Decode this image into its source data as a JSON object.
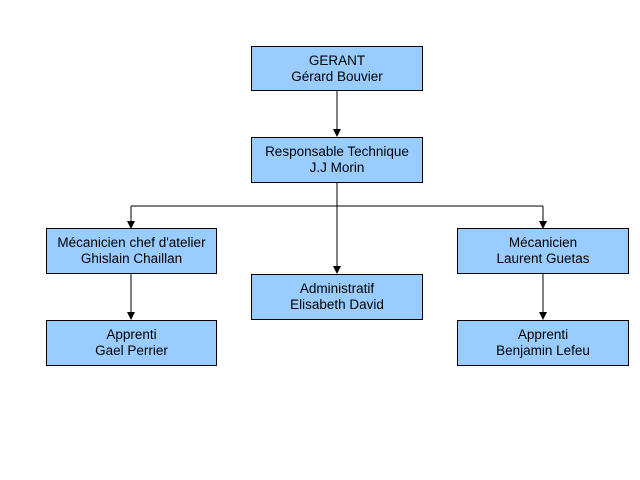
{
  "colors": {
    "box_fill": "#99ccff",
    "box_border": "#000000",
    "line": "#000000",
    "background": "#ffffff"
  },
  "nodes": {
    "gerant": {
      "role": "GERANT",
      "name": "Gérard Bouvier"
    },
    "responsable": {
      "role": "Responsable Technique",
      "name": "J.J Morin"
    },
    "chef_atelier": {
      "role": "Mécanicien chef d'atelier",
      "name": "Ghislain Chaillan"
    },
    "administratif": {
      "role": "Administratif",
      "name": "Elisabeth David"
    },
    "mecanicien": {
      "role": "Mécanicien",
      "name": "Laurent Guetas"
    },
    "apprenti_1": {
      "role": "Apprenti",
      "name": "Gael Perrier"
    },
    "apprenti_2": {
      "role": "Apprenti",
      "name": "Benjamin Lefeu"
    }
  }
}
